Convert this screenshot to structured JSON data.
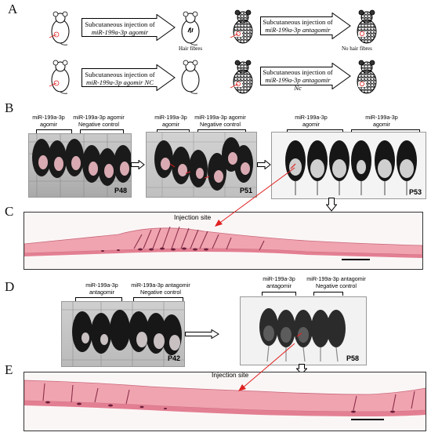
{
  "panels": {
    "a": "A",
    "b": "B",
    "c": "C",
    "d": "D",
    "e": "E"
  },
  "panel_a": {
    "box1_line1": "Subcutaneous injection of",
    "box1_line2": "miR-199a-3p agomir",
    "box2_line1": "Subcutaneous injection of",
    "box2_line2": "miR-199a-3p agomir NC",
    "box3_line1": "Subcutaneous injection of",
    "box3_line2": "miR-199a-3p antagomir",
    "box4_line1": "Subcutaneous injection of",
    "box4_line2": "miR-199a-3p antagomir Nc",
    "hair_fibres": "Hair fibres",
    "no_hair_fibres": "No hair fibres"
  },
  "panel_b": {
    "photo1_label1": "miR-199a-3p agomir",
    "photo1_label2": "miR-199a-3p agomir Negative control",
    "photo1_day": "P48",
    "photo2_label1": "miR-199a-3p agomir",
    "photo2_label2": "miR-199a-3p agomir Negative control",
    "photo2_day": "P51",
    "photo3_label1": "miR-199a-3p agomir",
    "photo3_label2": "miR-199a-3p agomir",
    "photo3_day": "P53"
  },
  "panel_c": {
    "injection_site": "Injection site"
  },
  "panel_d": {
    "photo1_label1": "miR-199a-3p antagomir",
    "photo1_label2": "miR-199a-3p antagomir Negative control",
    "photo1_day": "P42",
    "photo2_label1": "miR-199a-3p antagomir",
    "photo2_label2": "miR-199a-3p antagomir Negative control",
    "photo2_day": "P58"
  },
  "panel_e": {
    "injection_site": "Injection site"
  },
  "colors": {
    "tissue_pink": "#e88a9a",
    "arrow_red": "#e02020",
    "fur_black": "#1a1a1a"
  }
}
